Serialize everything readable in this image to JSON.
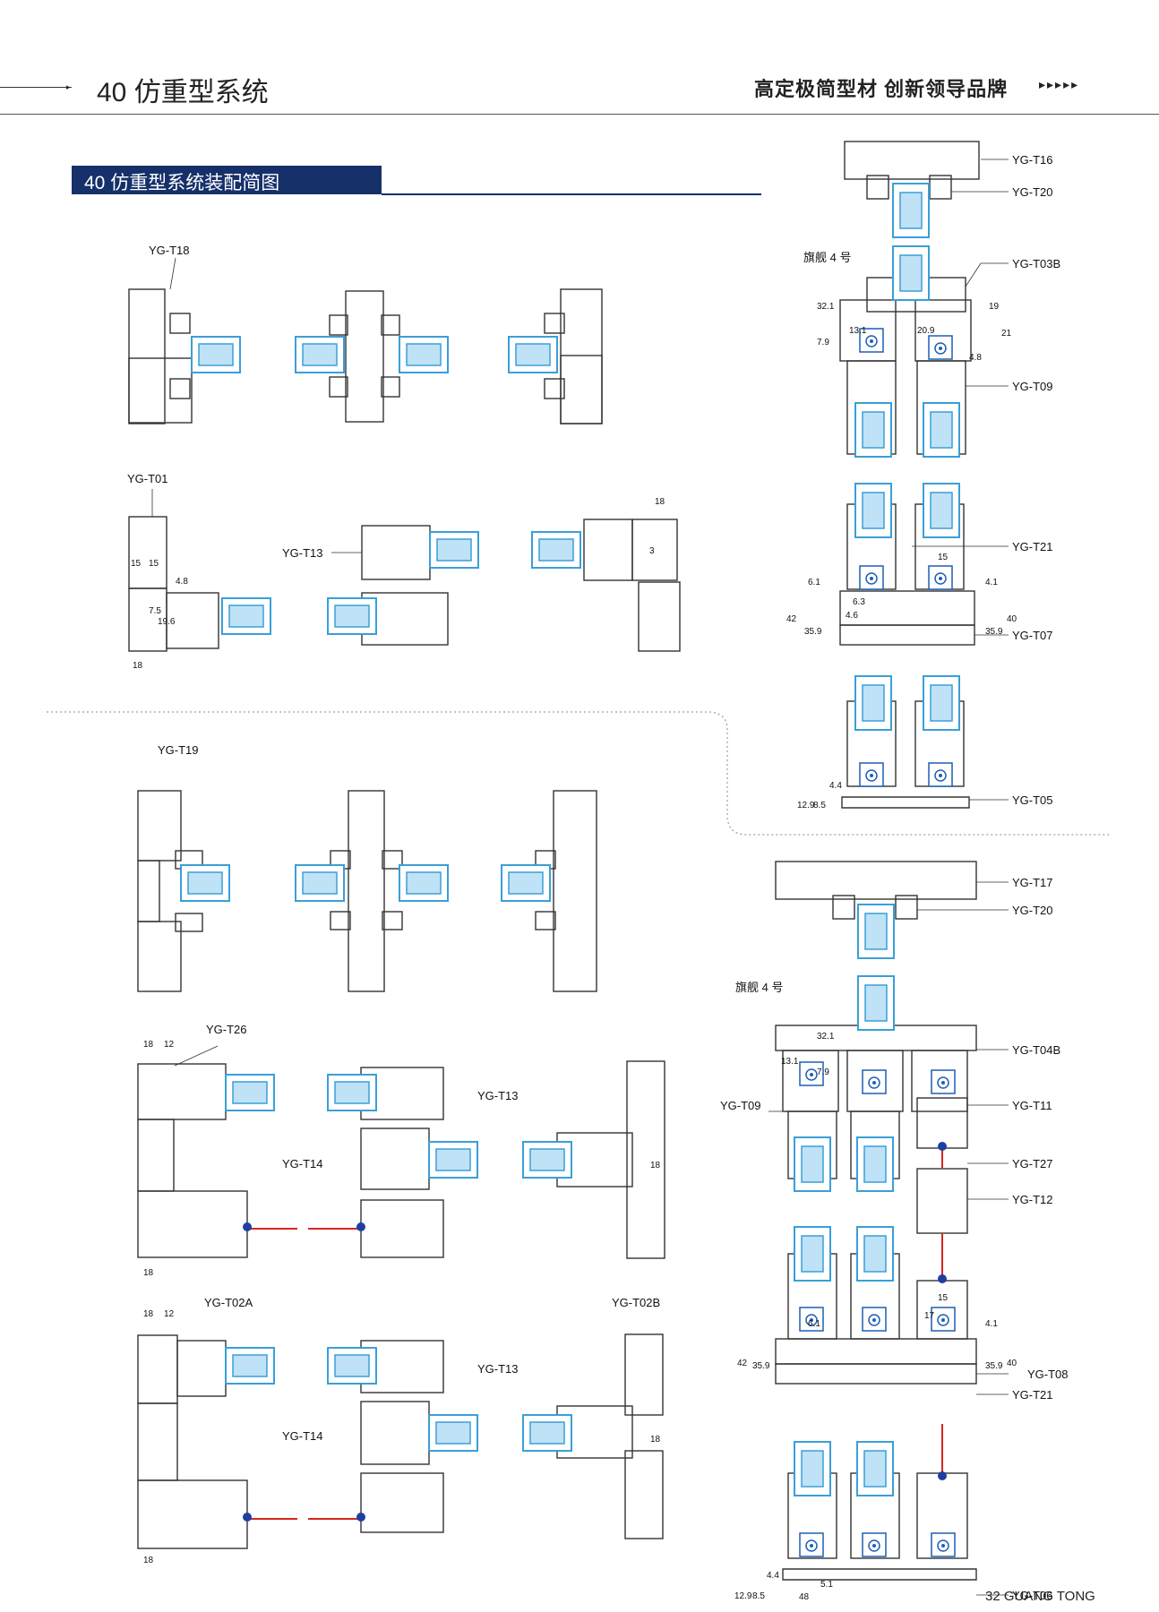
{
  "header": {
    "title": "40 仿重型系统",
    "slogan": "高定极简型材  创新领导品牌",
    "arrows": "▸▸▸▸▸"
  },
  "section": {
    "title": "40 仿重型系统装配简图"
  },
  "footer": {
    "page": "32",
    "brand": "GUANG TONG"
  },
  "labels": {
    "t18": "YG-T18",
    "t01": "YG-T01",
    "t13": "YG-T13",
    "t19": "YG-T19",
    "t26": "YG-T26",
    "t14": "YG-T14",
    "t02a": "YG-T02A",
    "t02b": "YG-T02B",
    "t16": "YG-T16",
    "t20": "YG-T20",
    "t03b": "YG-T03B",
    "t09": "YG-T09",
    "t21": "YG-T21",
    "t07": "YG-T07",
    "t05": "YG-T05",
    "t17": "YG-T17",
    "t04b": "YG-T04B",
    "t11": "YG-T11",
    "t27": "YG-T27",
    "t12": "YG-T12",
    "t08": "YG-T08",
    "t06": "YG-T06",
    "qijian": "旗舰 4 号"
  },
  "dims": {
    "d18": "18",
    "d12": "12",
    "d15": "15",
    "d3": "3",
    "d4_8": "4.8",
    "d7_5": "7.5",
    "d19_6": "19.6",
    "d32_1": "32.1",
    "d7_9": "7.9",
    "d13_1": "13.1",
    "d19": "19",
    "d21": "21",
    "d20_9": "20.9",
    "d6_1": "6.1",
    "d42": "42",
    "d35_9": "35.9",
    "d4_1": "4.1",
    "d40": "40",
    "d6_3": "6.3",
    "d4_6": "4.6",
    "d12_9": "12.9",
    "d8_5": "8.5",
    "d4_4": "4.4",
    "d48": "48",
    "d17": "17",
    "d5_1": "5.1"
  }
}
